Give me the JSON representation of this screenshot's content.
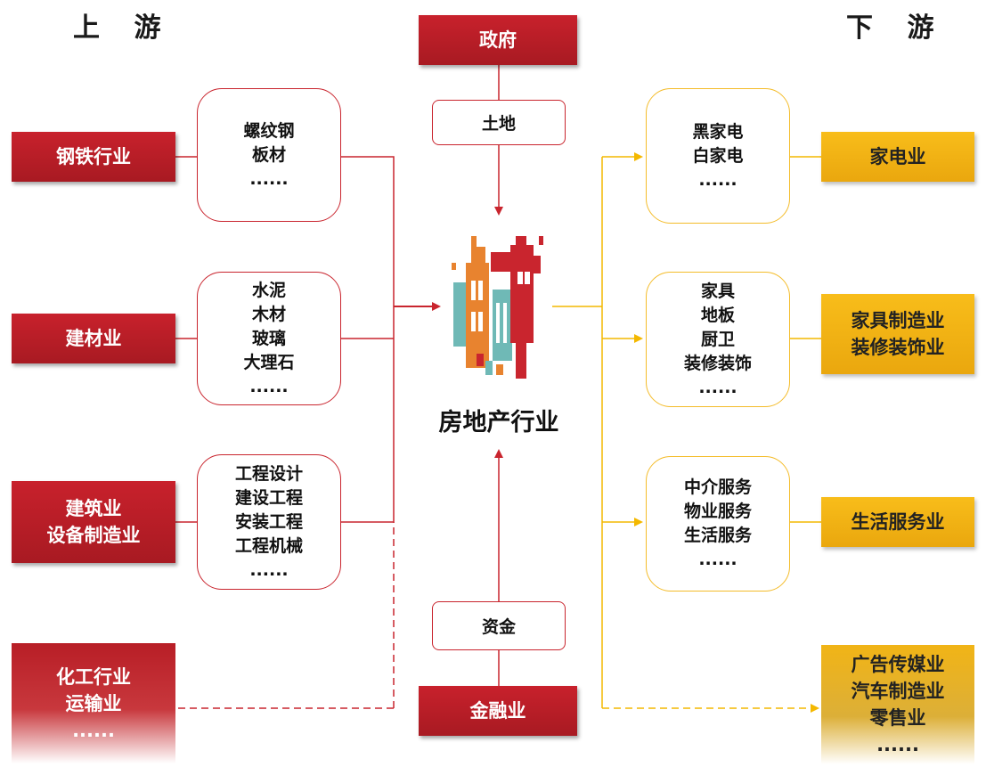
{
  "headings": {
    "upstream": "上 游",
    "downstream": "下 游"
  },
  "center": {
    "title": "房地产行业"
  },
  "top": {
    "source": "政府",
    "flow": "土地"
  },
  "bottom": {
    "source": "金融业",
    "flow": "资金"
  },
  "upstream": [
    {
      "industry": [
        "钢铁行业"
      ],
      "items": [
        "螺纹钢",
        "板材",
        "......"
      ]
    },
    {
      "industry": [
        "建材业"
      ],
      "items": [
        "水泥",
        "木材",
        "玻璃",
        "大理石",
        "......"
      ]
    },
    {
      "industry": [
        "建筑业",
        "设备制造业"
      ],
      "items": [
        "工程设计",
        "建设工程",
        "安装工程",
        "工程机械",
        "......"
      ]
    },
    {
      "industry": [
        "化工行业",
        "运输业",
        "......"
      ],
      "items": []
    }
  ],
  "downstream": [
    {
      "industry": [
        "家电业"
      ],
      "items": [
        "黑家电",
        "白家电",
        "......"
      ]
    },
    {
      "industry": [
        "家具制造业",
        "装修装饰业"
      ],
      "items": [
        "家具",
        "地板",
        "厨卫",
        "装修装饰",
        "......"
      ]
    },
    {
      "industry": [
        "生活服务业"
      ],
      "items": [
        "中介服务",
        "物业服务",
        "生活服务",
        "......"
      ]
    },
    {
      "industry": [
        "广告传媒业",
        "汽车制造业",
        "零售业",
        "......"
      ],
      "items": []
    }
  ],
  "colors": {
    "red": "#c41f28",
    "yellow": "#f5b317",
    "line_red": "#c9252e",
    "line_yellow": "#f4b800"
  }
}
